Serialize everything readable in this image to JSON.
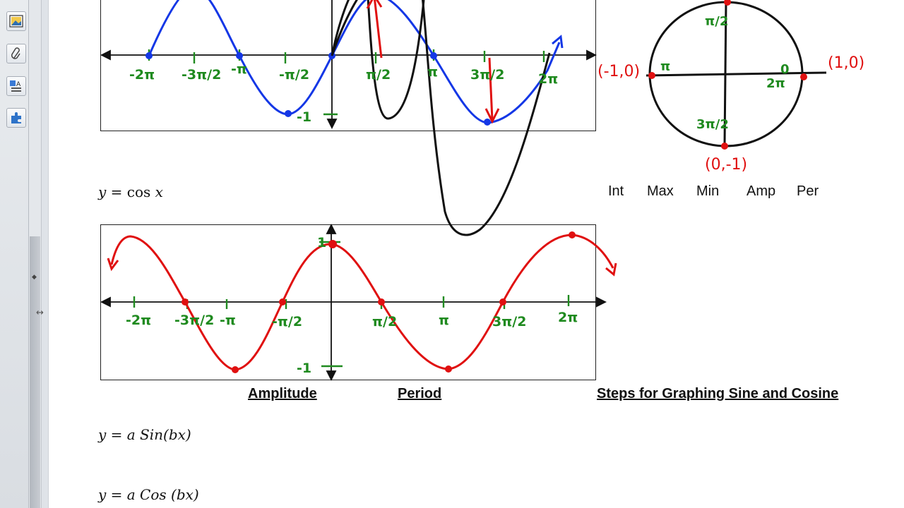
{
  "equations": {
    "cos_lhs": "y = ",
    "cos_func": "cos",
    "cos_arg": " x",
    "sin_a": "y = a Sin(bx)",
    "cos_a": "y = a Cos (bx)"
  },
  "table_headers": [
    "Int",
    "Max",
    "Min",
    "Amp",
    "Per"
  ],
  "headings": {
    "amplitude": "Amplitude",
    "period": "Period",
    "steps": "Steps for Graphing Sine and Cosine"
  },
  "sine_graph_labels": {
    "neg_2pi": "-2π",
    "neg_3pi_2": "-3π/2",
    "neg_pi": "-π",
    "neg_pi_2": "-π/2",
    "pi_2": "π/2",
    "pi": "π",
    "three_pi_2": "3π/2",
    "two_pi": "2π",
    "neg_one": "-1"
  },
  "cos_graph_labels": {
    "neg_2pi": "-2π",
    "neg_3pi_2": "-3π/2",
    "neg_pi": "-π",
    "neg_pi_2": "-π/2",
    "pi_2": "π/2",
    "pi": "π",
    "three_pi_2": "3π/2",
    "two_pi": "2π",
    "one": "1",
    "neg_one": "-1"
  },
  "unit_circle_labels": {
    "pi_2": "π/2",
    "pi": "π",
    "zero": "0",
    "two_pi": "2π",
    "three_pi_2": "3π/2",
    "point_left": "(-1,0)",
    "point_right": "(1,0)",
    "point_bottom": "(0,-1)"
  },
  "colors": {
    "ink_green": "#1f8a1f",
    "ink_blue": "#1437e6",
    "ink_red": "#e01010",
    "ink_black": "#111111"
  },
  "icons": [
    "image-icon",
    "paperclip-icon",
    "text-formatting-icon",
    "add-on-icon"
  ]
}
